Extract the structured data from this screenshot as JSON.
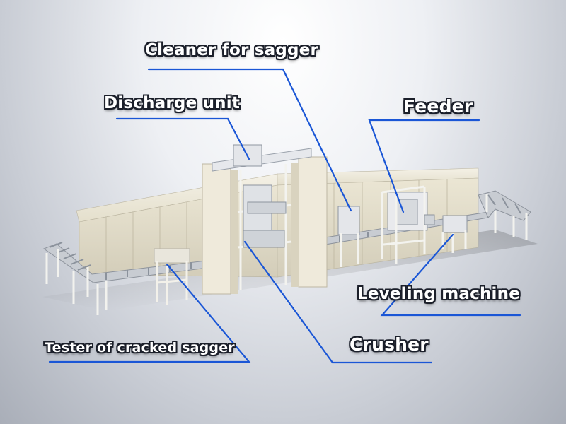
{
  "labels": {
    "cleaner": "Cleaner for sagger",
    "discharge": "Discharge unit",
    "feeder": "Feeder",
    "leveling": "Leveling machine",
    "crusher": "Crusher",
    "tester": "Tester of cracked sagger"
  },
  "colors": {
    "leader_line": "#1a56d6",
    "cabinet": "#e7e1cd",
    "frame": "#f6f4ee",
    "roller": "#9aa2ad",
    "label_text": "#ffffff",
    "label_outline": "#1b1f2a"
  }
}
